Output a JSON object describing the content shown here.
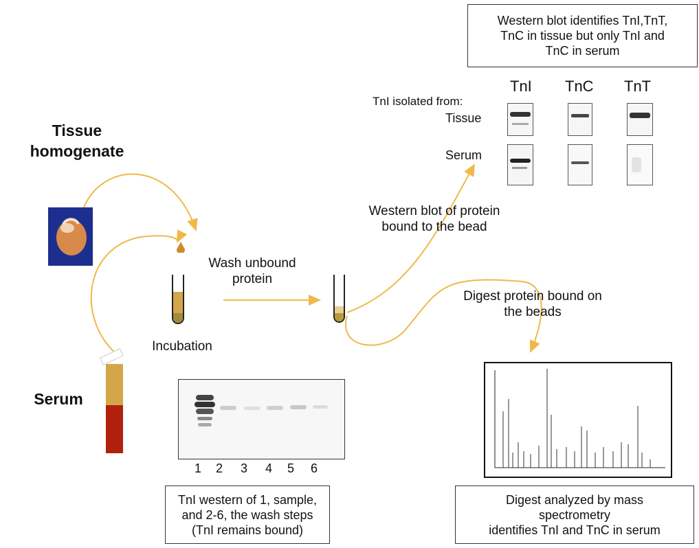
{
  "labels": {
    "tissue": "Tissue\nhomogenate",
    "serum": "Serum",
    "incubation": "Incubation",
    "wash": "Wash unbound\nprotein",
    "western_bead": "Western blot of protein\nbound to the bead",
    "digest": "Digest protein bound on\nthe beads"
  },
  "boxes": {
    "top": "Western blot identifies TnI,TnT,\nTnC in tissue but only TnI and\nTnC in serum",
    "bottom_left": "TnI western of 1, sample,\nand 2-6, the wash steps\n(TnI remains bound)",
    "bottom_right": "Digest analyzed by mass\nspectrometry\nidentifies TnI and TnC in serum"
  },
  "western_top": {
    "columns": [
      "TnI",
      "TnC",
      "TnT"
    ],
    "isolated_from": "TnI isolated from:",
    "rows": [
      "Tissue",
      "Serum"
    ]
  },
  "gel_lanes": [
    "1",
    "2",
    "3",
    "4",
    "5",
    "6"
  ],
  "colors": {
    "arrow": "#f0b84a",
    "blue_bg": "#1c2f8f",
    "serum_top": "#d4a64a",
    "serum_bottom": "#b0200c"
  }
}
